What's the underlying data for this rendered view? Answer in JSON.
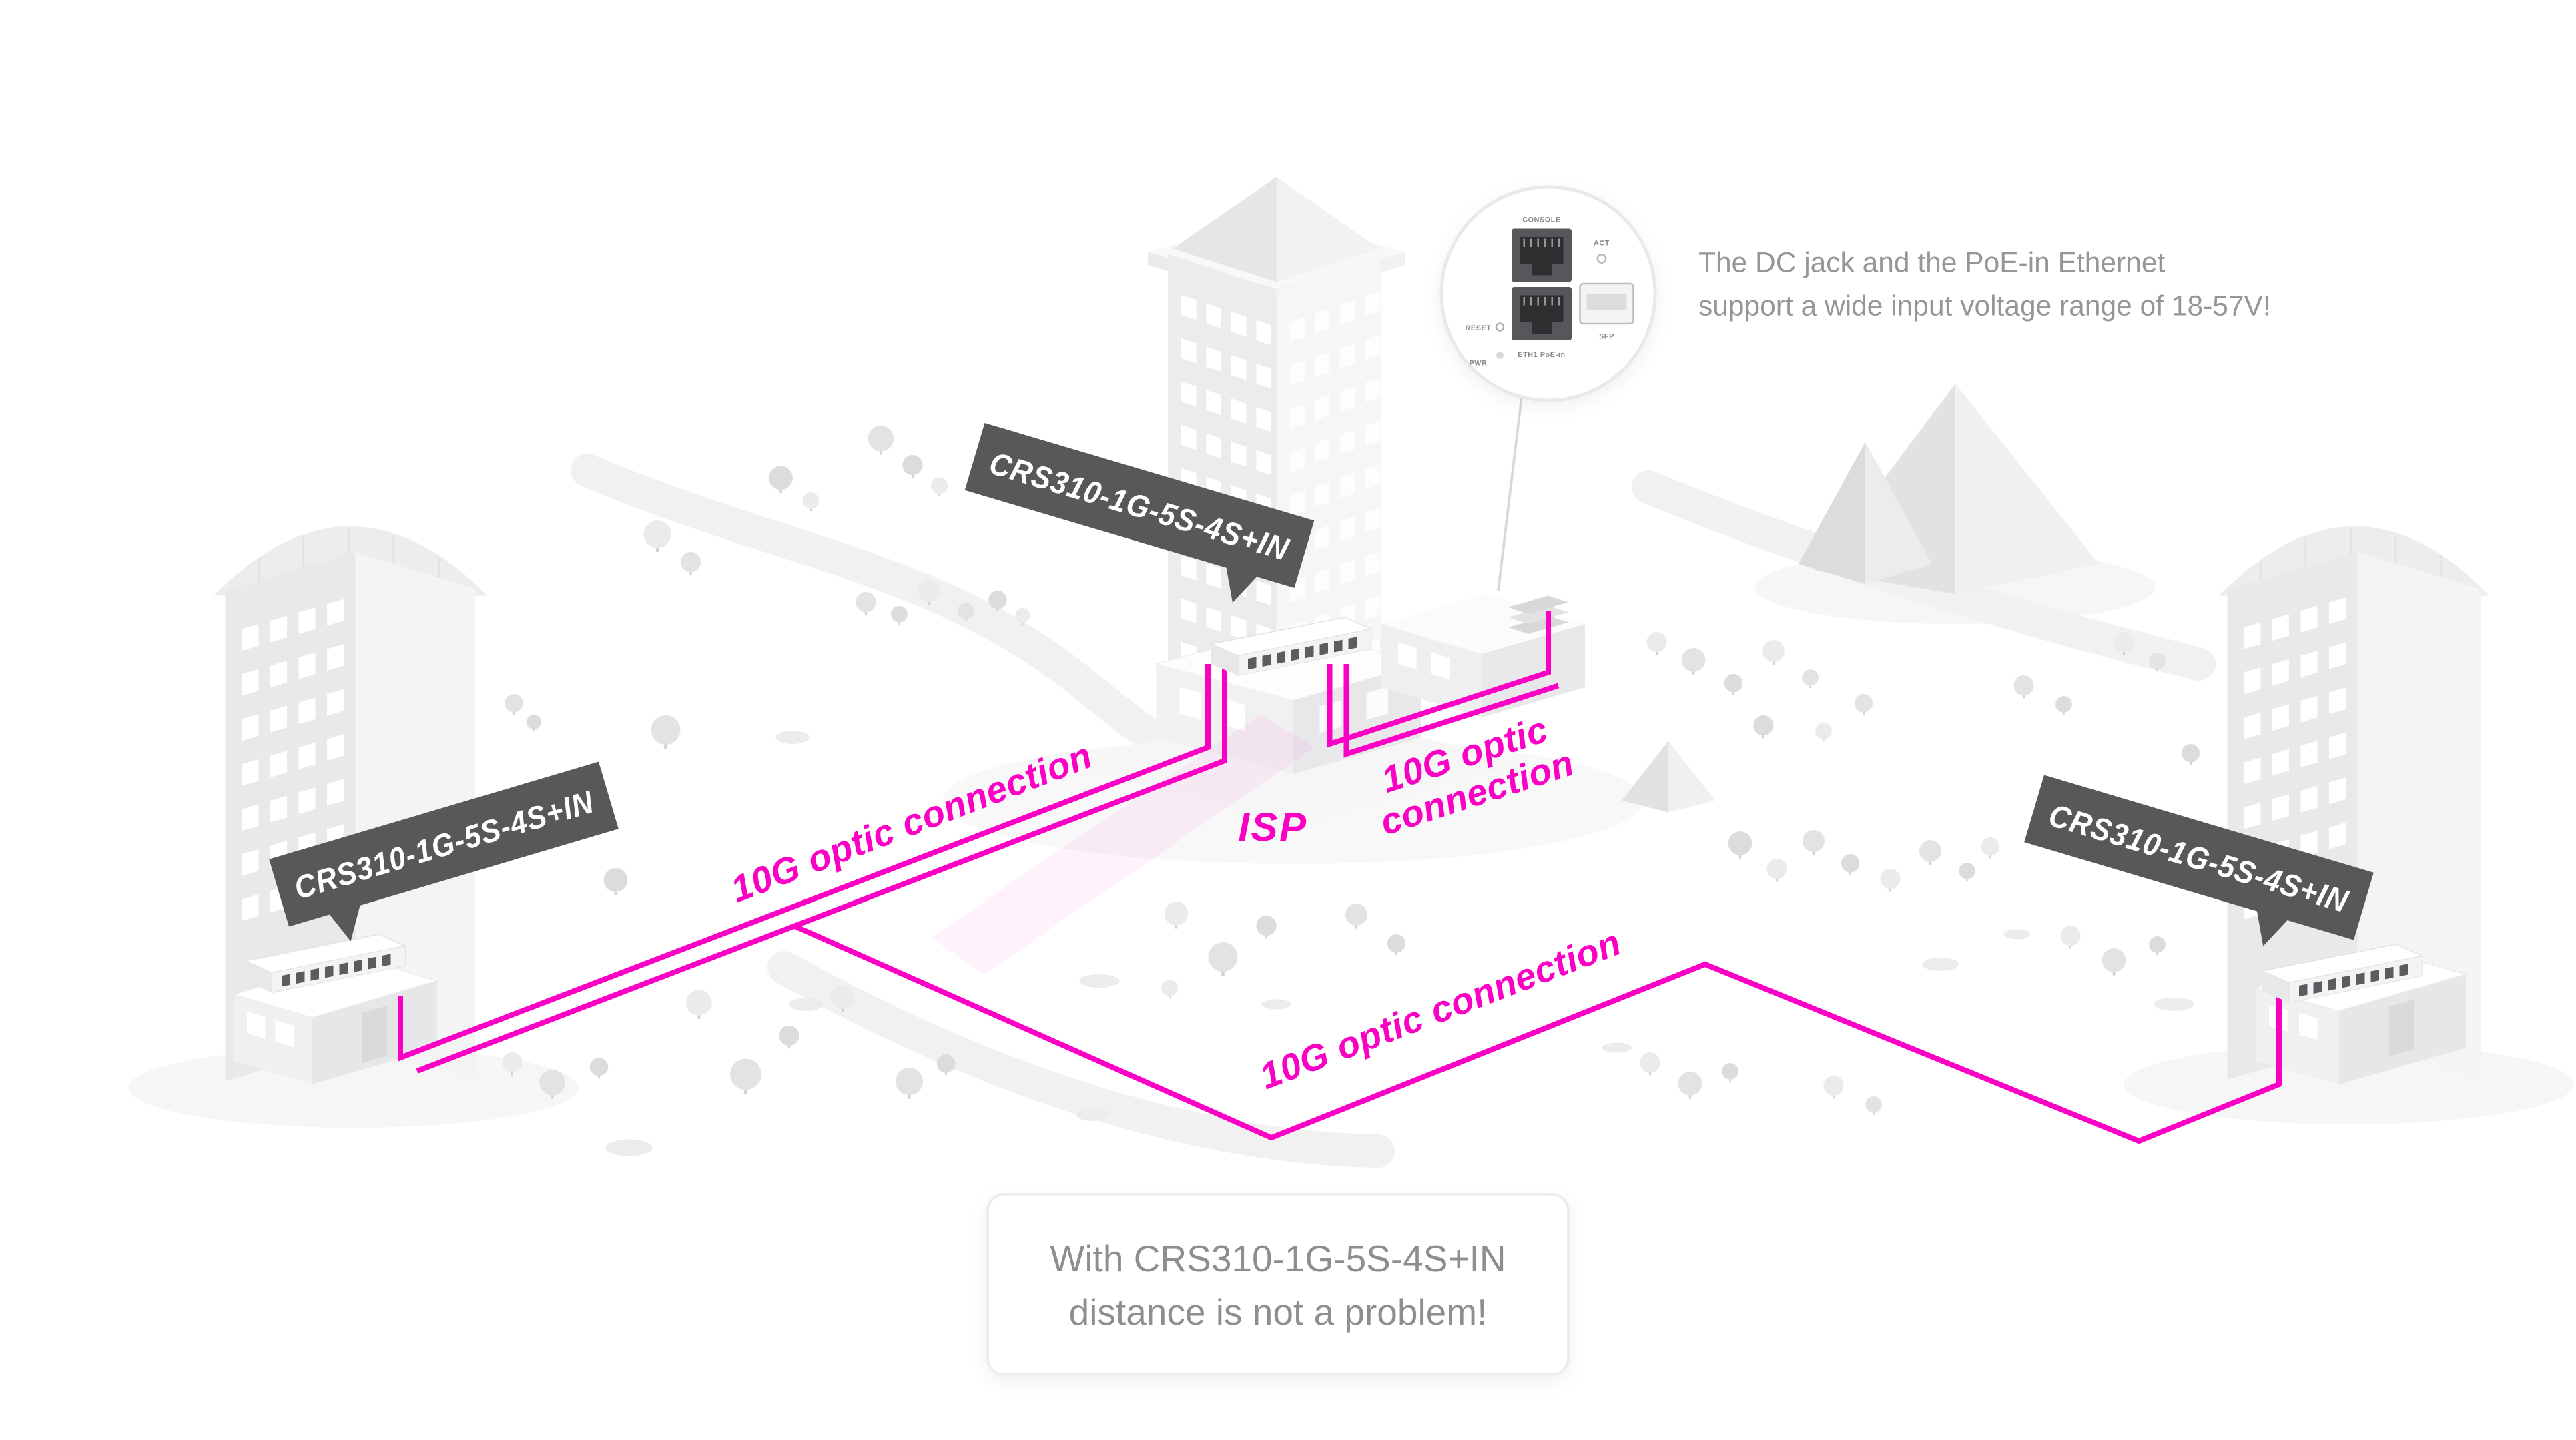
{
  "colors": {
    "accent_magenta": "#fa00c4",
    "banner_bg": "#57585a",
    "banner_text": "#ffffff",
    "note_text": "#94969a"
  },
  "banners": {
    "left": {
      "label": "CRS310-1G-5S-4S+IN"
    },
    "center": {
      "label": "CRS310-1G-5S-4S+IN"
    },
    "right": {
      "label": "CRS310-1G-5S-4S+IN"
    }
  },
  "connections": {
    "left": {
      "label": "10G optic connection"
    },
    "right": {
      "line1": "10G optic",
      "line2": "connection"
    },
    "bottom": {
      "label": "10G optic connection"
    },
    "isp": {
      "label": "ISP"
    }
  },
  "callout": {
    "note_line1": "The DC jack and the PoE-in Ethernet",
    "note_line2": "support a wide input voltage range of 18-57V!",
    "ports": {
      "console": "CONSOLE",
      "act": "ACT",
      "reset": "RESET",
      "eth1_poe": "ETH1 PoE-in",
      "sfp": "SFP",
      "pwr": "PWR"
    }
  },
  "footer": {
    "line1": "With CRS310-1G-5S-4S+IN",
    "line2": "distance is not a problem!"
  }
}
